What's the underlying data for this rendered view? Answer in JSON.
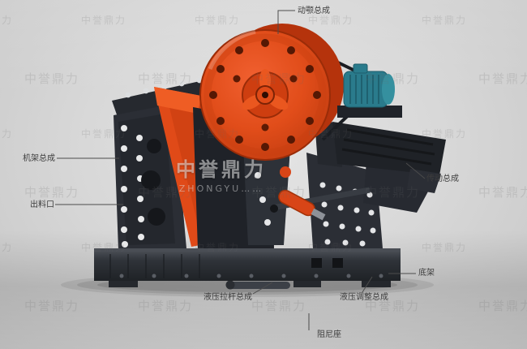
{
  "diagram": {
    "labels": {
      "moving_jaw": "动颚总成",
      "frame": "机架总成",
      "discharge": "出料口",
      "transmission": "传动总成",
      "base_frame": "底架",
      "hydraulic_rod": "液压拉杆总成",
      "hydraulic_adjust": "液压调整总成",
      "damping_seat": "阻尼座"
    }
  },
  "watermark": {
    "brand": "中誉鼎力",
    "brand_en": "ZHONGYU……"
  },
  "colors": {
    "accent_orange": "#e04a18",
    "machine_dark": "#24272c",
    "motor_teal": "#2a7b8c",
    "background": "#d6d6d6"
  }
}
